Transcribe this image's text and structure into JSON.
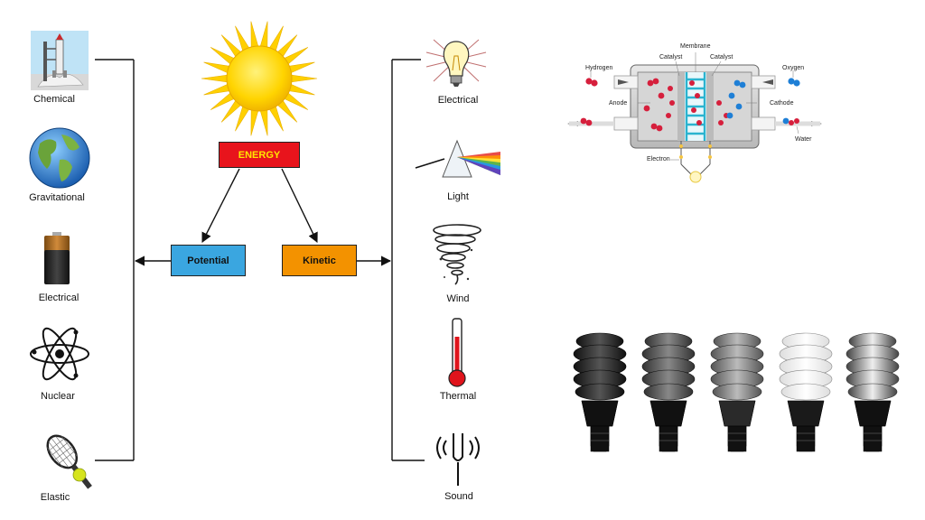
{
  "center": {
    "root_label": "ENERGY",
    "potential_label": "Potential",
    "kinetic_label": "Kinetic"
  },
  "potential_items": [
    {
      "label": "Chemical",
      "icon": "rocket-launch-icon"
    },
    {
      "label": "Gravitational",
      "icon": "earth-globe-icon"
    },
    {
      "label": "Electrical",
      "icon": "battery-icon"
    },
    {
      "label": "Nuclear",
      "icon": "atom-icon"
    },
    {
      "label": "Elastic",
      "icon": "tennis-racket-icon"
    }
  ],
  "kinetic_items": [
    {
      "label": "Electrical",
      "icon": "light-bulb-icon"
    },
    {
      "label": "Light",
      "icon": "prism-icon"
    },
    {
      "label": "Wind",
      "icon": "tornado-icon"
    },
    {
      "label": "Thermal",
      "icon": "thermometer-icon"
    },
    {
      "label": "Sound",
      "icon": "tuning-fork-icon"
    }
  ],
  "fuel_cell": {
    "hydrogen": "Hydrogen",
    "catalyst_left": "Catalyst",
    "membrane": "Membrane",
    "catalyst_right": "Catalyst",
    "oxygen": "Oxygen",
    "anode": "Anode",
    "cathode": "Cathode",
    "water": "Water",
    "electron": "Electron"
  },
  "colors": {
    "energy_box": "#e8141c",
    "energy_text": "#ffe600",
    "potential_box": "#3aa6e0",
    "kinetic_box": "#f39200",
    "sun": "#ffd400"
  }
}
